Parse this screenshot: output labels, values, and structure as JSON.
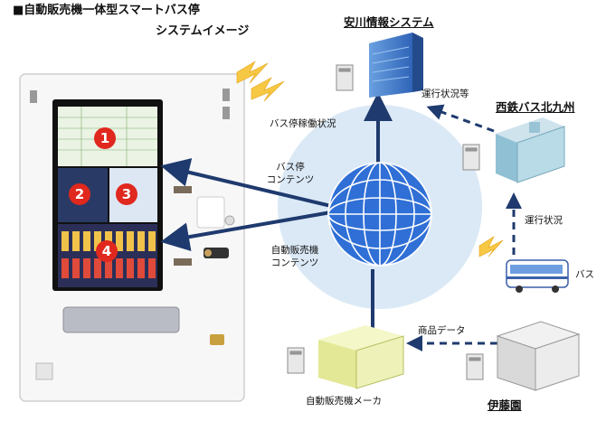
{
  "title": {
    "line1": "■自動販売機一体型スマートバス停",
    "line2": "システムイメージ"
  },
  "nodes": {
    "yasukawa": "安川情報システム",
    "nishitetsu": "西鉄バス北九州",
    "bus": "バス",
    "vendor": "自動販売機メーカ",
    "itoen": "伊藤園"
  },
  "flows": {
    "bus_stop_status": "バス停稼働状況",
    "operation_status_etc": "運行状況等",
    "operation_status": "運行状況",
    "product_data": "商品データ",
    "bus_stop_content_1": "バス停",
    "bus_stop_content_2": "コンテンツ",
    "vending_content_1": "自動販売機",
    "vending_content_2": "コンテンツ"
  },
  "screen_numbers": [
    "1",
    "2",
    "3",
    "4"
  ],
  "colors": {
    "arrow": "#1f3a6e",
    "globe": "#2f6fd6",
    "halo": "#d9e8f6",
    "badge": "#e0281e"
  }
}
